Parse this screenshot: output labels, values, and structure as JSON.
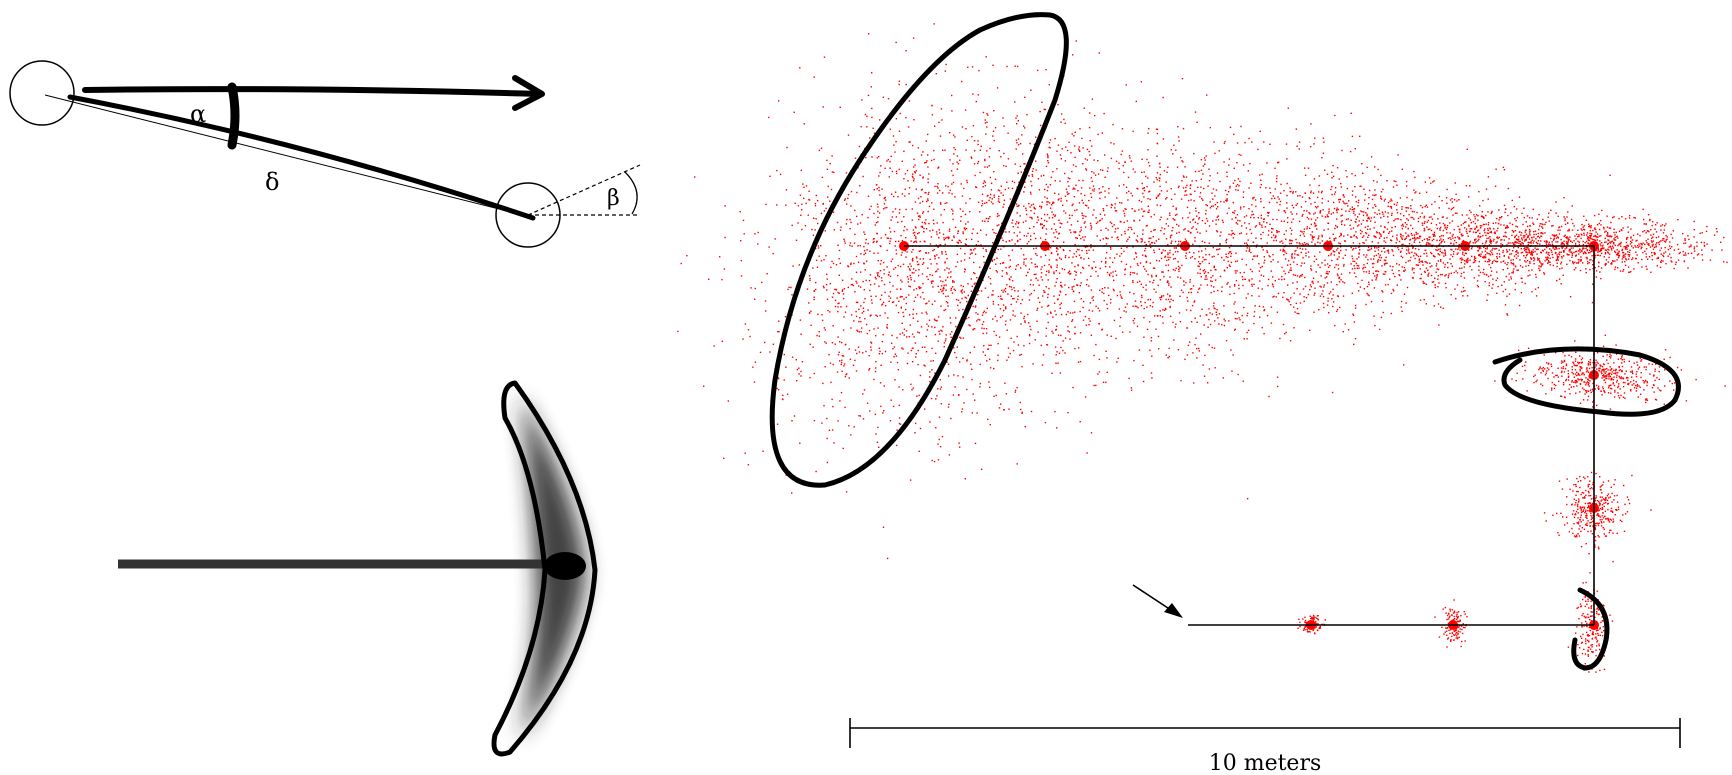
{
  "figure": {
    "motion_diagram": {
      "labels": {
        "alpha": "α",
        "delta": "δ",
        "beta": "β"
      }
    },
    "trajectory_plot": {
      "scale_bar_label": "10 meters",
      "dot_color": "#ff0000",
      "line_color": "#000000",
      "outline_color": "#000000"
    }
  }
}
